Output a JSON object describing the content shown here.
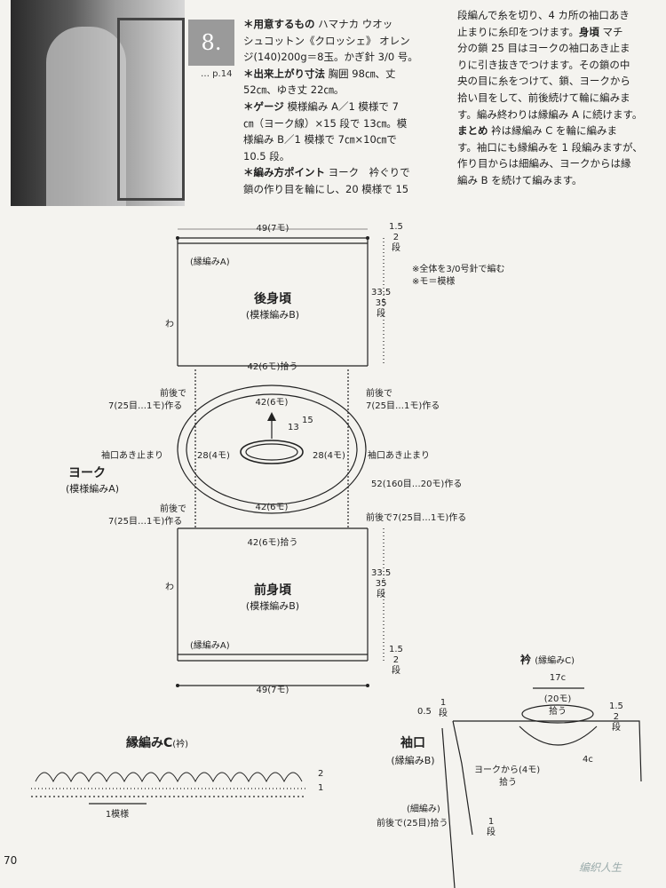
{
  "header": {
    "number": "8.",
    "page_ref": "… p.14",
    "col1": [
      {
        "bold": "＊用意するもの",
        "text": "ハマナカ ウオッ"
      },
      {
        "bold": "",
        "text": "シュコットン《クロッシェ》 オレン"
      },
      {
        "bold": "",
        "text": "ジ(140)200g＝8玉。かぎ針 3/0 号。"
      },
      {
        "bold": "＊出来上がり寸法",
        "text": "胸囲 98㎝、丈"
      },
      {
        "bold": "",
        "text": "52㎝、ゆき丈 22㎝。"
      },
      {
        "bold": "＊ゲージ",
        "text": "模様編み A／1 模様で 7"
      },
      {
        "bold": "",
        "text": "㎝（ヨーク線）×15 段で 13㎝。模"
      },
      {
        "bold": "",
        "text": "様編み B／1 模様で 7㎝×10㎝で"
      },
      {
        "bold": "",
        "text": "10.5 段。"
      },
      {
        "bold": "＊編み方ポイント",
        "text": "ヨーク　衿ぐりで"
      },
      {
        "bold": "",
        "text": "鎖の作り目を輪にし、20 模様で 15"
      }
    ],
    "col2": [
      {
        "bold": "",
        "text": "段編んで糸を切り、4 カ所の袖口あき"
      },
      {
        "bold": "",
        "text": "止まりに糸印をつけます。"
      },
      {
        "bold": "身頃",
        "text": "マチ"
      },
      {
        "bold": "",
        "text": "分の鎖 25 目はヨークの袖口あき止ま"
      },
      {
        "bold": "",
        "text": "りに引き抜きでつけます。その鎖の中"
      },
      {
        "bold": "",
        "text": "央の目に糸をつけて、鎖、ヨークから"
      },
      {
        "bold": "",
        "text": "拾い目をして、前後続けて輪に編みま"
      },
      {
        "bold": "",
        "text": "す。編み終わりは縁編み A に続けます。"
      },
      {
        "bold": "まとめ",
        "text": "衿は縁編み C を輪に編みま"
      },
      {
        "bold": "",
        "text": "す。袖口にも縁編みを 1 段編みますが、"
      },
      {
        "bold": "",
        "text": "作り目からは細編み、ヨークからは縁"
      },
      {
        "bold": "",
        "text": "編み B を続けて編みます。"
      }
    ]
  },
  "notes": [
    "※全体を3/0号針で編む",
    "※モ＝模様"
  ],
  "back": {
    "title": "後身頃",
    "subtitle": "(模様編みB)",
    "top_width": "49(7モ)",
    "border": "(縁編みA)",
    "border_height": "1.5",
    "border_rows": "2",
    "rows_unit": "段",
    "height": "33.5",
    "height_rows": "35",
    "wa": "わ",
    "bottom_pick": "42(6モ)拾う"
  },
  "yoke": {
    "title": "ヨーク",
    "subtitle": "(模様編みA)",
    "top": "42(6モ)",
    "bottom": "42(6モ)",
    "left": "28(4モ)",
    "right": "28(4モ)",
    "rows_h": "13",
    "rows_n": "15",
    "neck": "52(160目…20モ)作る",
    "sleeve_stop": "袖口あき止まり",
    "zen_go": "前後で",
    "make": "7(25目…1モ)作る"
  },
  "front": {
    "title": "前身頃",
    "subtitle": "(模様編みB)",
    "top_pick": "42(6モ)拾う",
    "wa": "わ",
    "height": "33.5",
    "height_rows": "35",
    "rows_unit": "段",
    "border": "(縁編みA)",
    "border_height": "1.5",
    "border_rows": "2",
    "bottom_width": "49(7モ)"
  },
  "collar": {
    "title": "衿",
    "subtitle": "(縁編みC)",
    "width": "17c",
    "mo": "(20モ)",
    "pick": "拾う",
    "rows": "1.5",
    "rows_n": "2",
    "unit": "段",
    "c4": "4c"
  },
  "cuff": {
    "title": "袖口",
    "subtitle": "(縁編みB)",
    "h": "0.5",
    "rows": "1",
    "unit": "段",
    "from_yoke": "ヨークから(4モ)",
    "pick": "拾う",
    "sc": "(細編み)",
    "zen_go_pick": "前後で(25目)拾う",
    "rows2": "1"
  },
  "edging": {
    "title": "縁編みC",
    "sub": "(衿)",
    "repeat": "1模様",
    "r2": "2",
    "r1": "1"
  },
  "page_number": "70",
  "watermark": "编织人生"
}
